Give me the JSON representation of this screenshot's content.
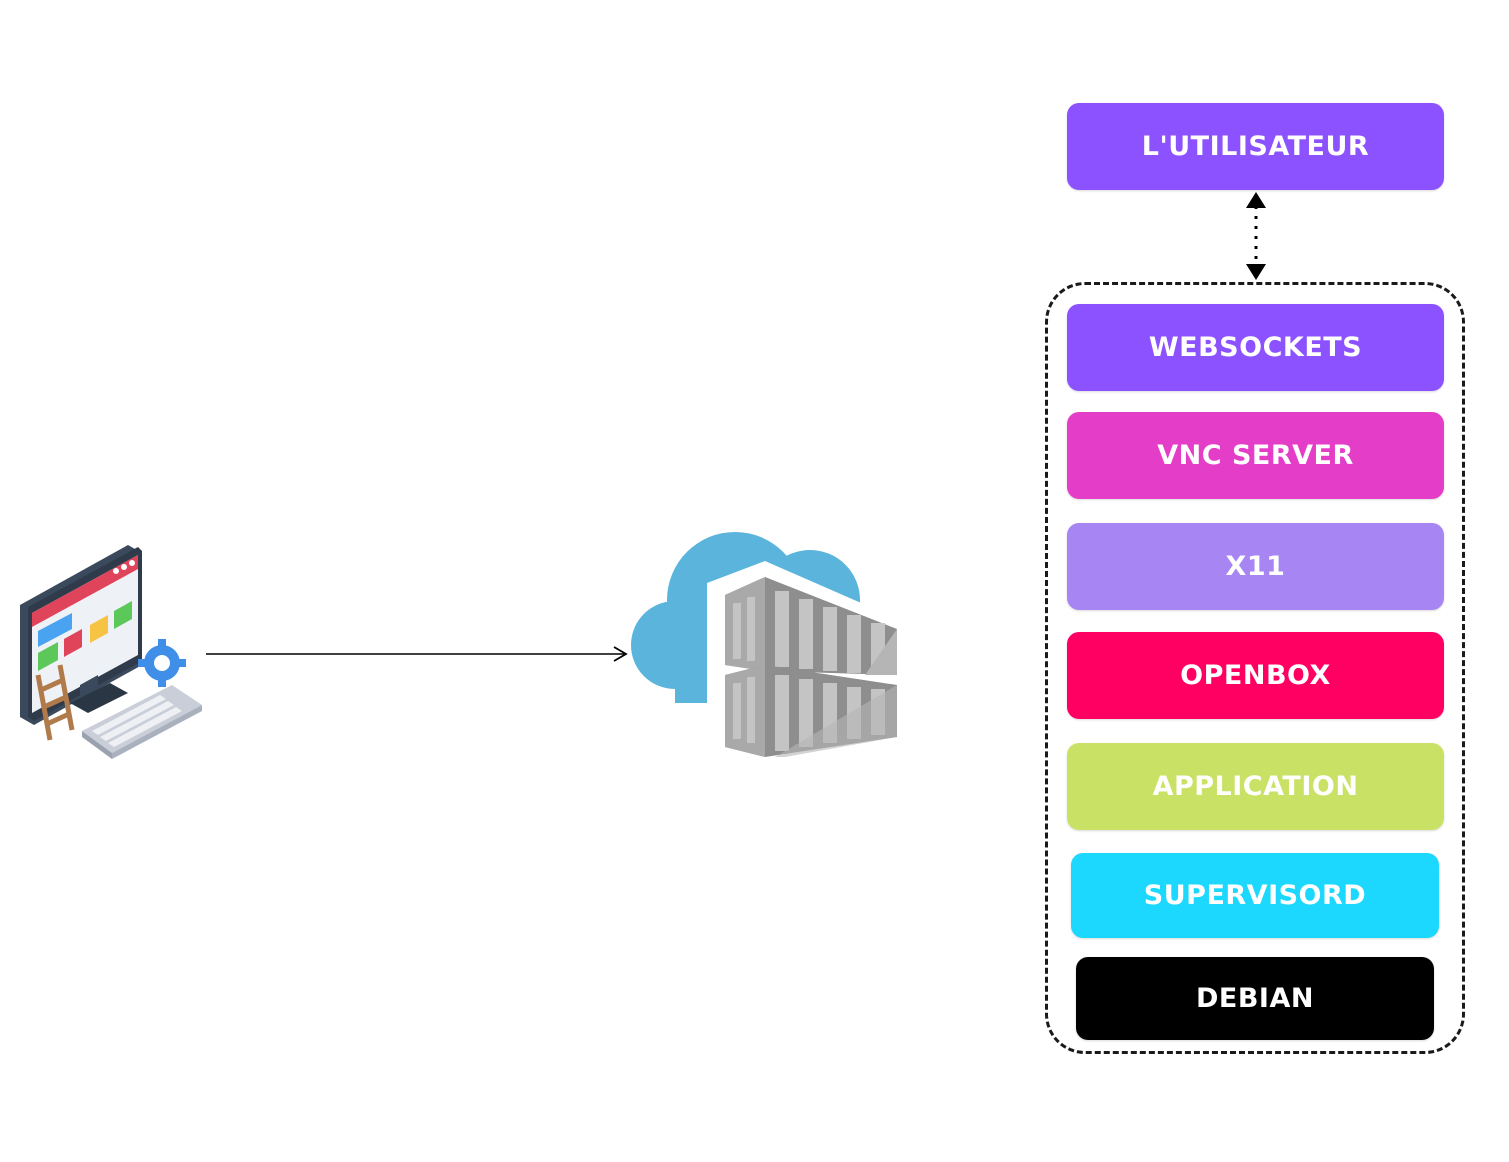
{
  "diagram": {
    "user_box": {
      "label": "L'UTILISATEUR",
      "color": "#8c52ff"
    },
    "stack": [
      {
        "label": "WEBSOCKETS",
        "color": "#8c52ff"
      },
      {
        "label": "VNC SERVER",
        "color": "#e43dc8"
      },
      {
        "label": "X11",
        "color": "#a785f2"
      },
      {
        "label": "OPENBOX",
        "color": "#ff0062"
      },
      {
        "label": "APPLICATION",
        "color": "#c9e265"
      },
      {
        "label": "SUPERVISORD",
        "color": "#1cd8ff"
      },
      {
        "label": "DEBIAN",
        "color": "#000000"
      }
    ]
  },
  "icons": {
    "computer": "desktop-computer-icon",
    "cloud": "cloud-container-icon"
  }
}
